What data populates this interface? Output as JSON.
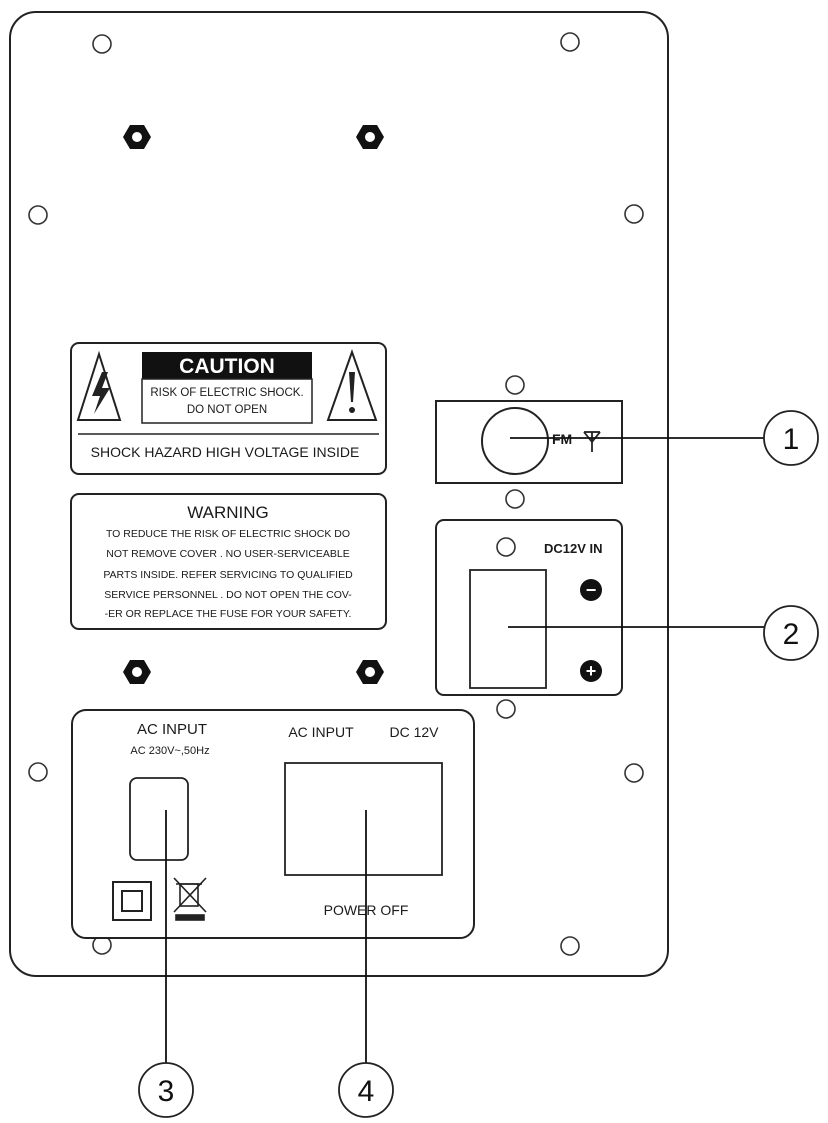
{
  "caution_label": {
    "title": "CAUTION",
    "line1": "RISK OF ELECTRIC SHOCK.",
    "line2": "DO NOT OPEN",
    "footer": "SHOCK HAZARD HIGH VOLTAGE INSIDE"
  },
  "warning_label": {
    "title": "WARNING",
    "lines": [
      "TO REDUCE THE RISK OF ELECTRIC SHOCK DO",
      "NOT REMOVE COVER . NO USER-SERVICEABLE",
      "PARTS INSIDE. REFER SERVICING TO QUALIFIED",
      "SERVICE PERSONNEL . DO NOT OPEN THE COV-",
      "-ER OR REPLACE THE FUSE FOR YOUR SAFETY."
    ]
  },
  "fm_jack": {
    "label": "FM"
  },
  "dc_input": {
    "label": "DC12V IN",
    "minus": "−",
    "plus": "+"
  },
  "ac_input": {
    "title": "AC INPUT",
    "rating": "AC 230V~,50Hz"
  },
  "power_switch": {
    "left_label": "AC INPUT",
    "right_label": "DC 12V",
    "bottom_label": "POWER OFF"
  },
  "callouts": [
    "1",
    "2",
    "3",
    "4"
  ]
}
